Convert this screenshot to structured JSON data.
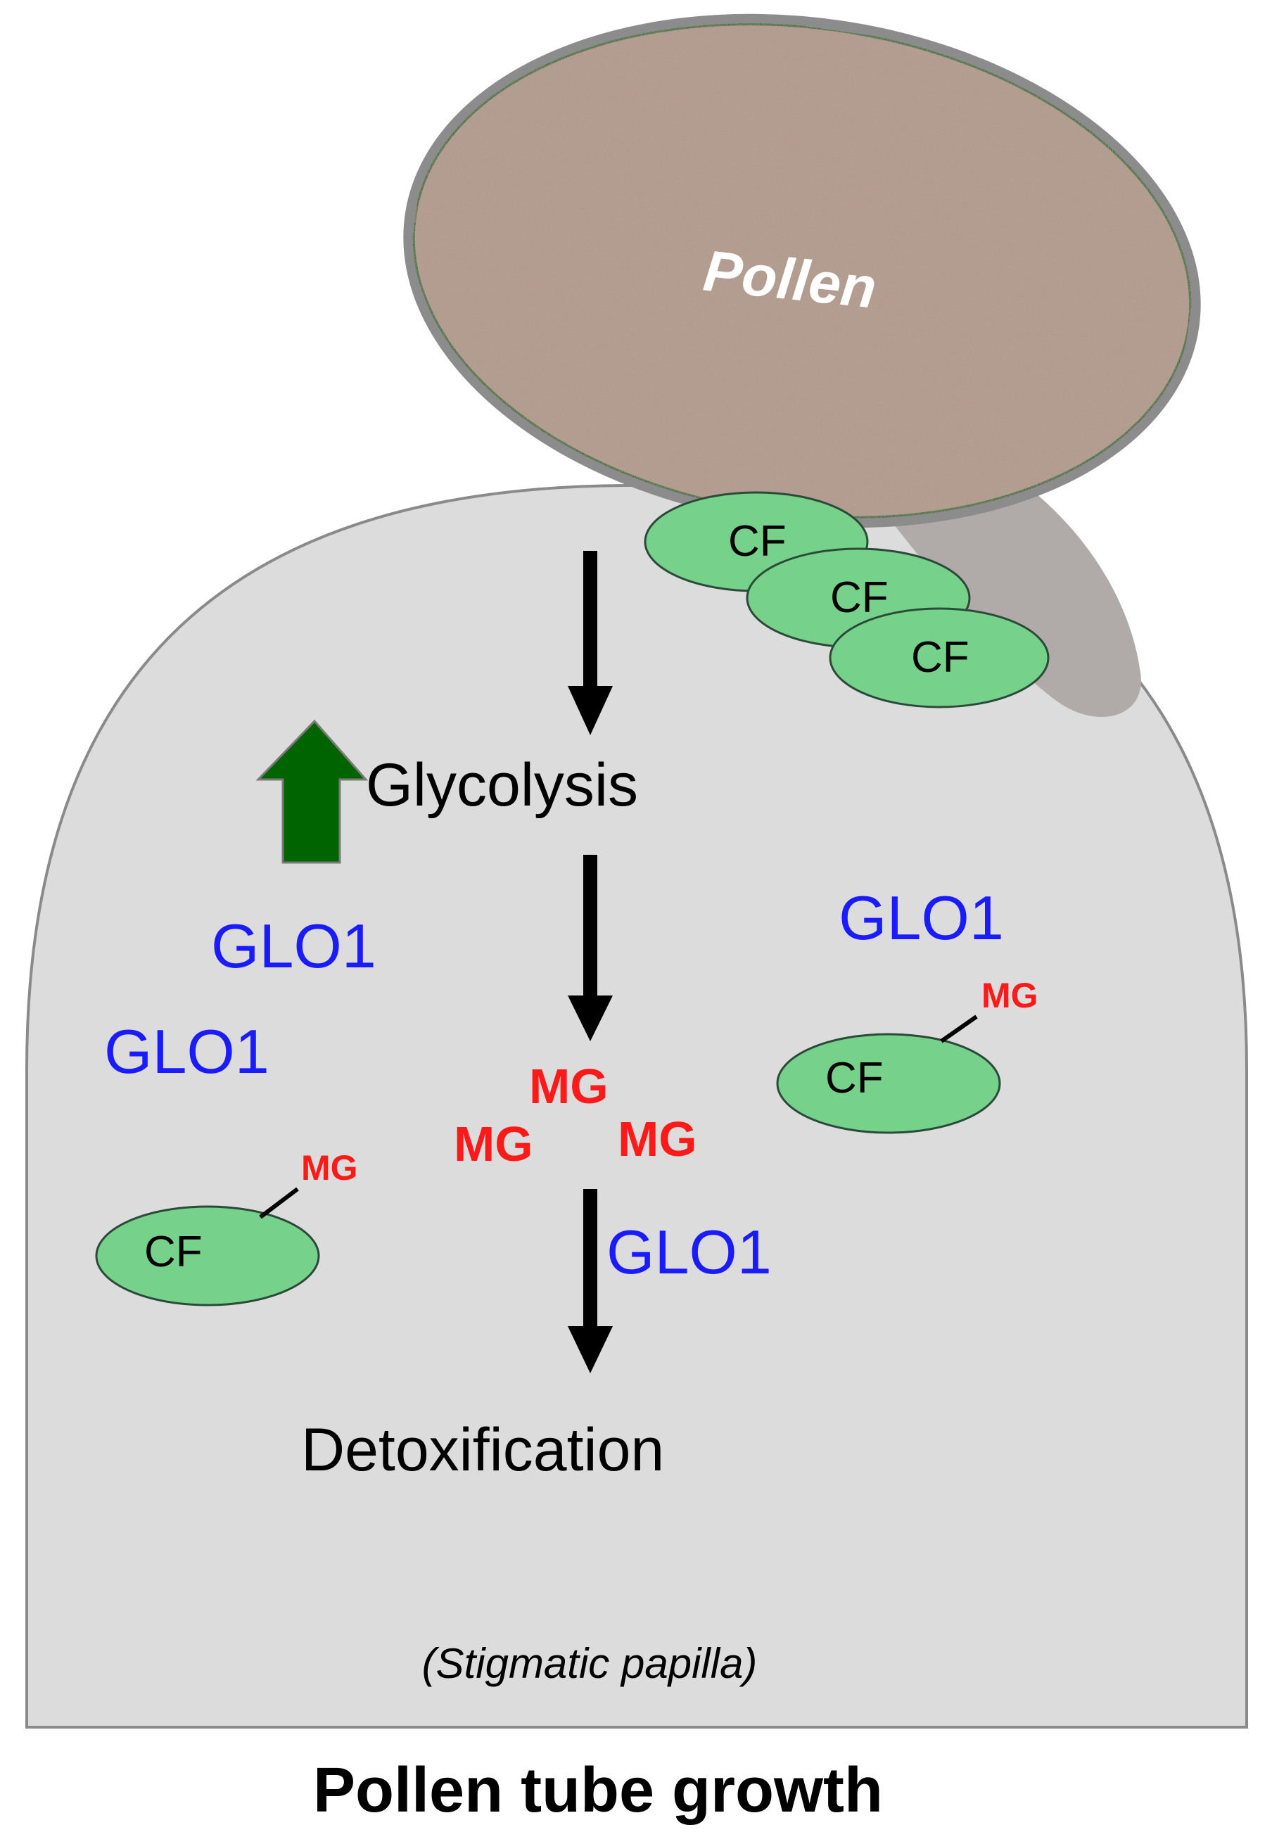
{
  "labels": {
    "pollen": "Pollen",
    "cf": "CF",
    "glycolysis": "Glycolysis",
    "glo1": "GLO1",
    "mg": "MG",
    "detoxification": "Detoxification",
    "stigmatic_papilla": "(Stigmatic papilla)",
    "bottom_title": "Pollen tube growth"
  },
  "colors": {
    "papilla_fill": "#dcdcdc",
    "papilla_stroke": "#8a8a8a",
    "pollen_fill": "#b39a8c",
    "pollen_rim": "#8c8c8c",
    "pollen_tube": "#b0aaa8",
    "cf_fill": "#76d28a",
    "cf_stroke": "#2b4a3a",
    "glo1_text": "#1b1bff",
    "mg_text": "#ff1a1a",
    "up_arrow": "#006400",
    "arrow": "#000000"
  }
}
